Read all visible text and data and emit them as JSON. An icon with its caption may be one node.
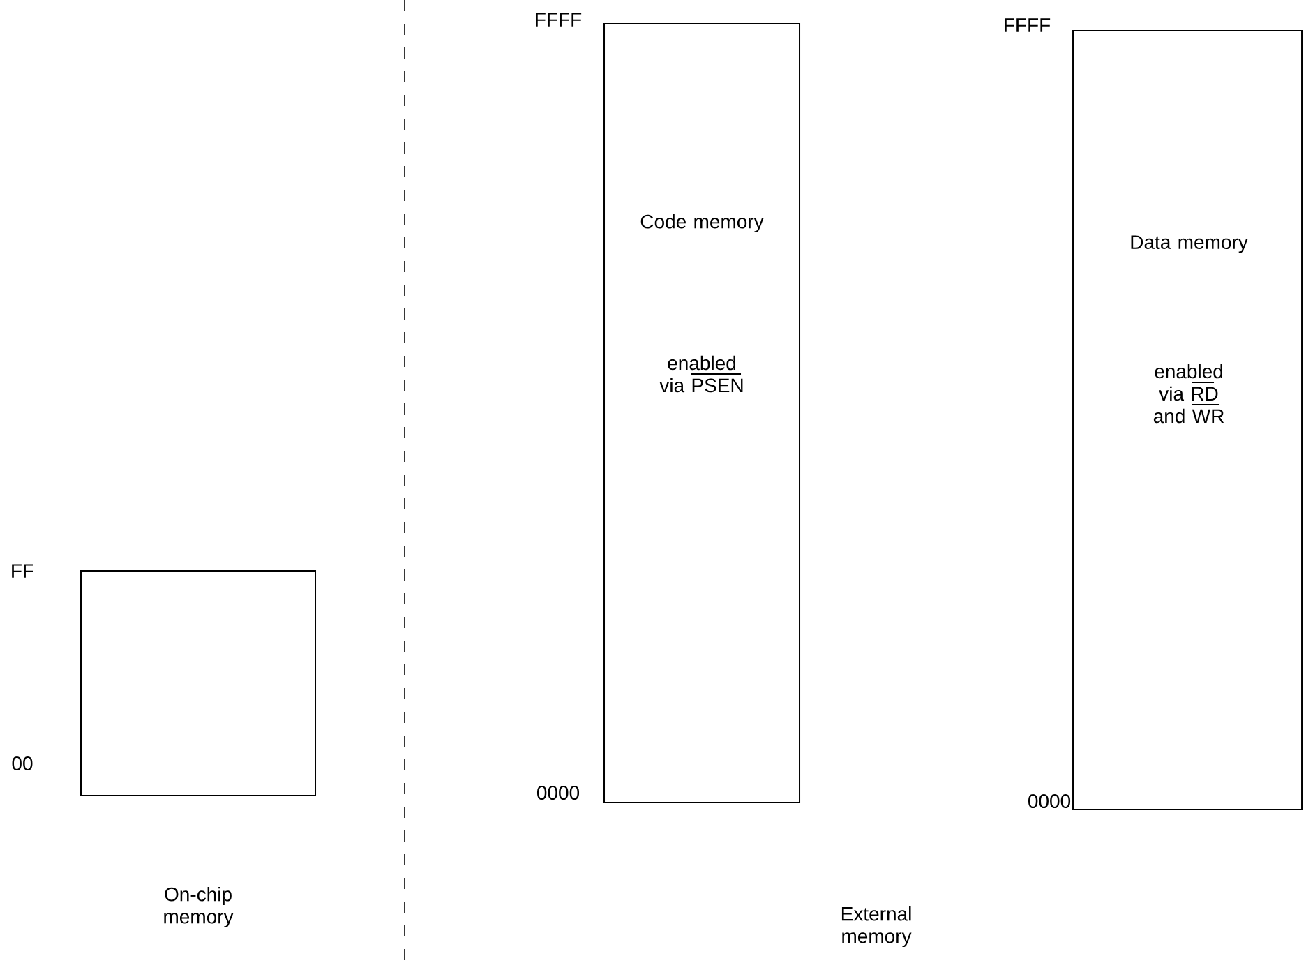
{
  "diagram": {
    "nodes": [
      {
        "text": [],
        "shape": "box"
      },
      {
        "text": [
          "Code memory",
          "enabled via PSEN"
        ]
      },
      {
        "text": [
          "Data memory",
          "enabled via RD and WR"
        ]
      }
    ],
    "labels": [
      "FFFF",
      "FFFF",
      "FF",
      "00",
      "0000",
      "0000",
      "On-chip memory",
      "External memory"
    ]
  }
}
